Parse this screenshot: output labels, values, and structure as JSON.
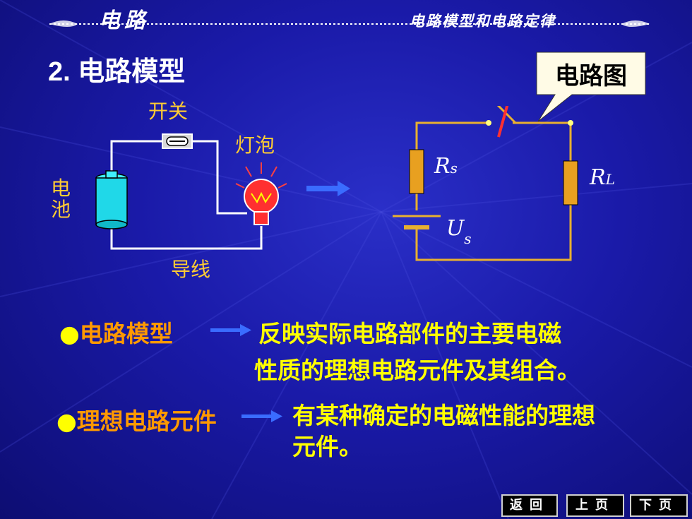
{
  "header": {
    "left": "电路",
    "right": "电路模型和电路定律"
  },
  "title": "2. 电路模型",
  "callout": "电路图",
  "physical": {
    "switch": "开关",
    "bulb": "灯泡",
    "battery_1": "电",
    "battery_2": "池",
    "wire": "导线"
  },
  "schematic": {
    "rs_main": "R",
    "rs_sub": "s",
    "rl_main": "R",
    "rl_sub": "L",
    "us_main": "U",
    "us_sub": "s"
  },
  "definitions": [
    {
      "term": "电路模型",
      "line1": "反映实际电路部件的主要电磁",
      "line2": "性质的理想电路元件及其组合。"
    },
    {
      "term": "理想电路元件",
      "line1": "有某种确定的电磁性能的理想",
      "line2": "元件。"
    }
  ],
  "bullet_glyph": "●",
  "nav": {
    "back": "返回",
    "prev": "上页",
    "next": "下页"
  },
  "colors": {
    "wire": "#e8b030",
    "resistor": "#e8a020",
    "arrow": "#3a6cff",
    "switch_red": "#ff3030"
  }
}
